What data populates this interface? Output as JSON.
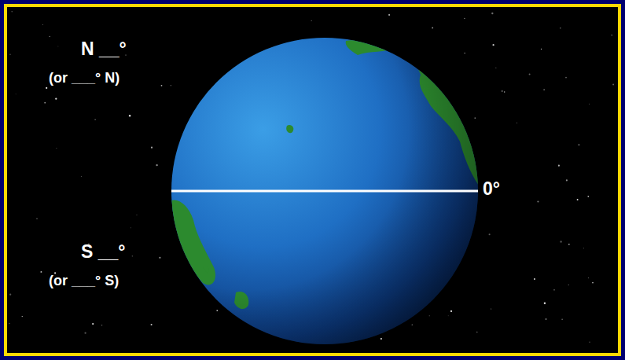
{
  "diagram": {
    "labels": [
      "N __°",
      "(or ___° N)",
      "0°",
      "S __°",
      "(or ___° S)"
    ]
  }
}
